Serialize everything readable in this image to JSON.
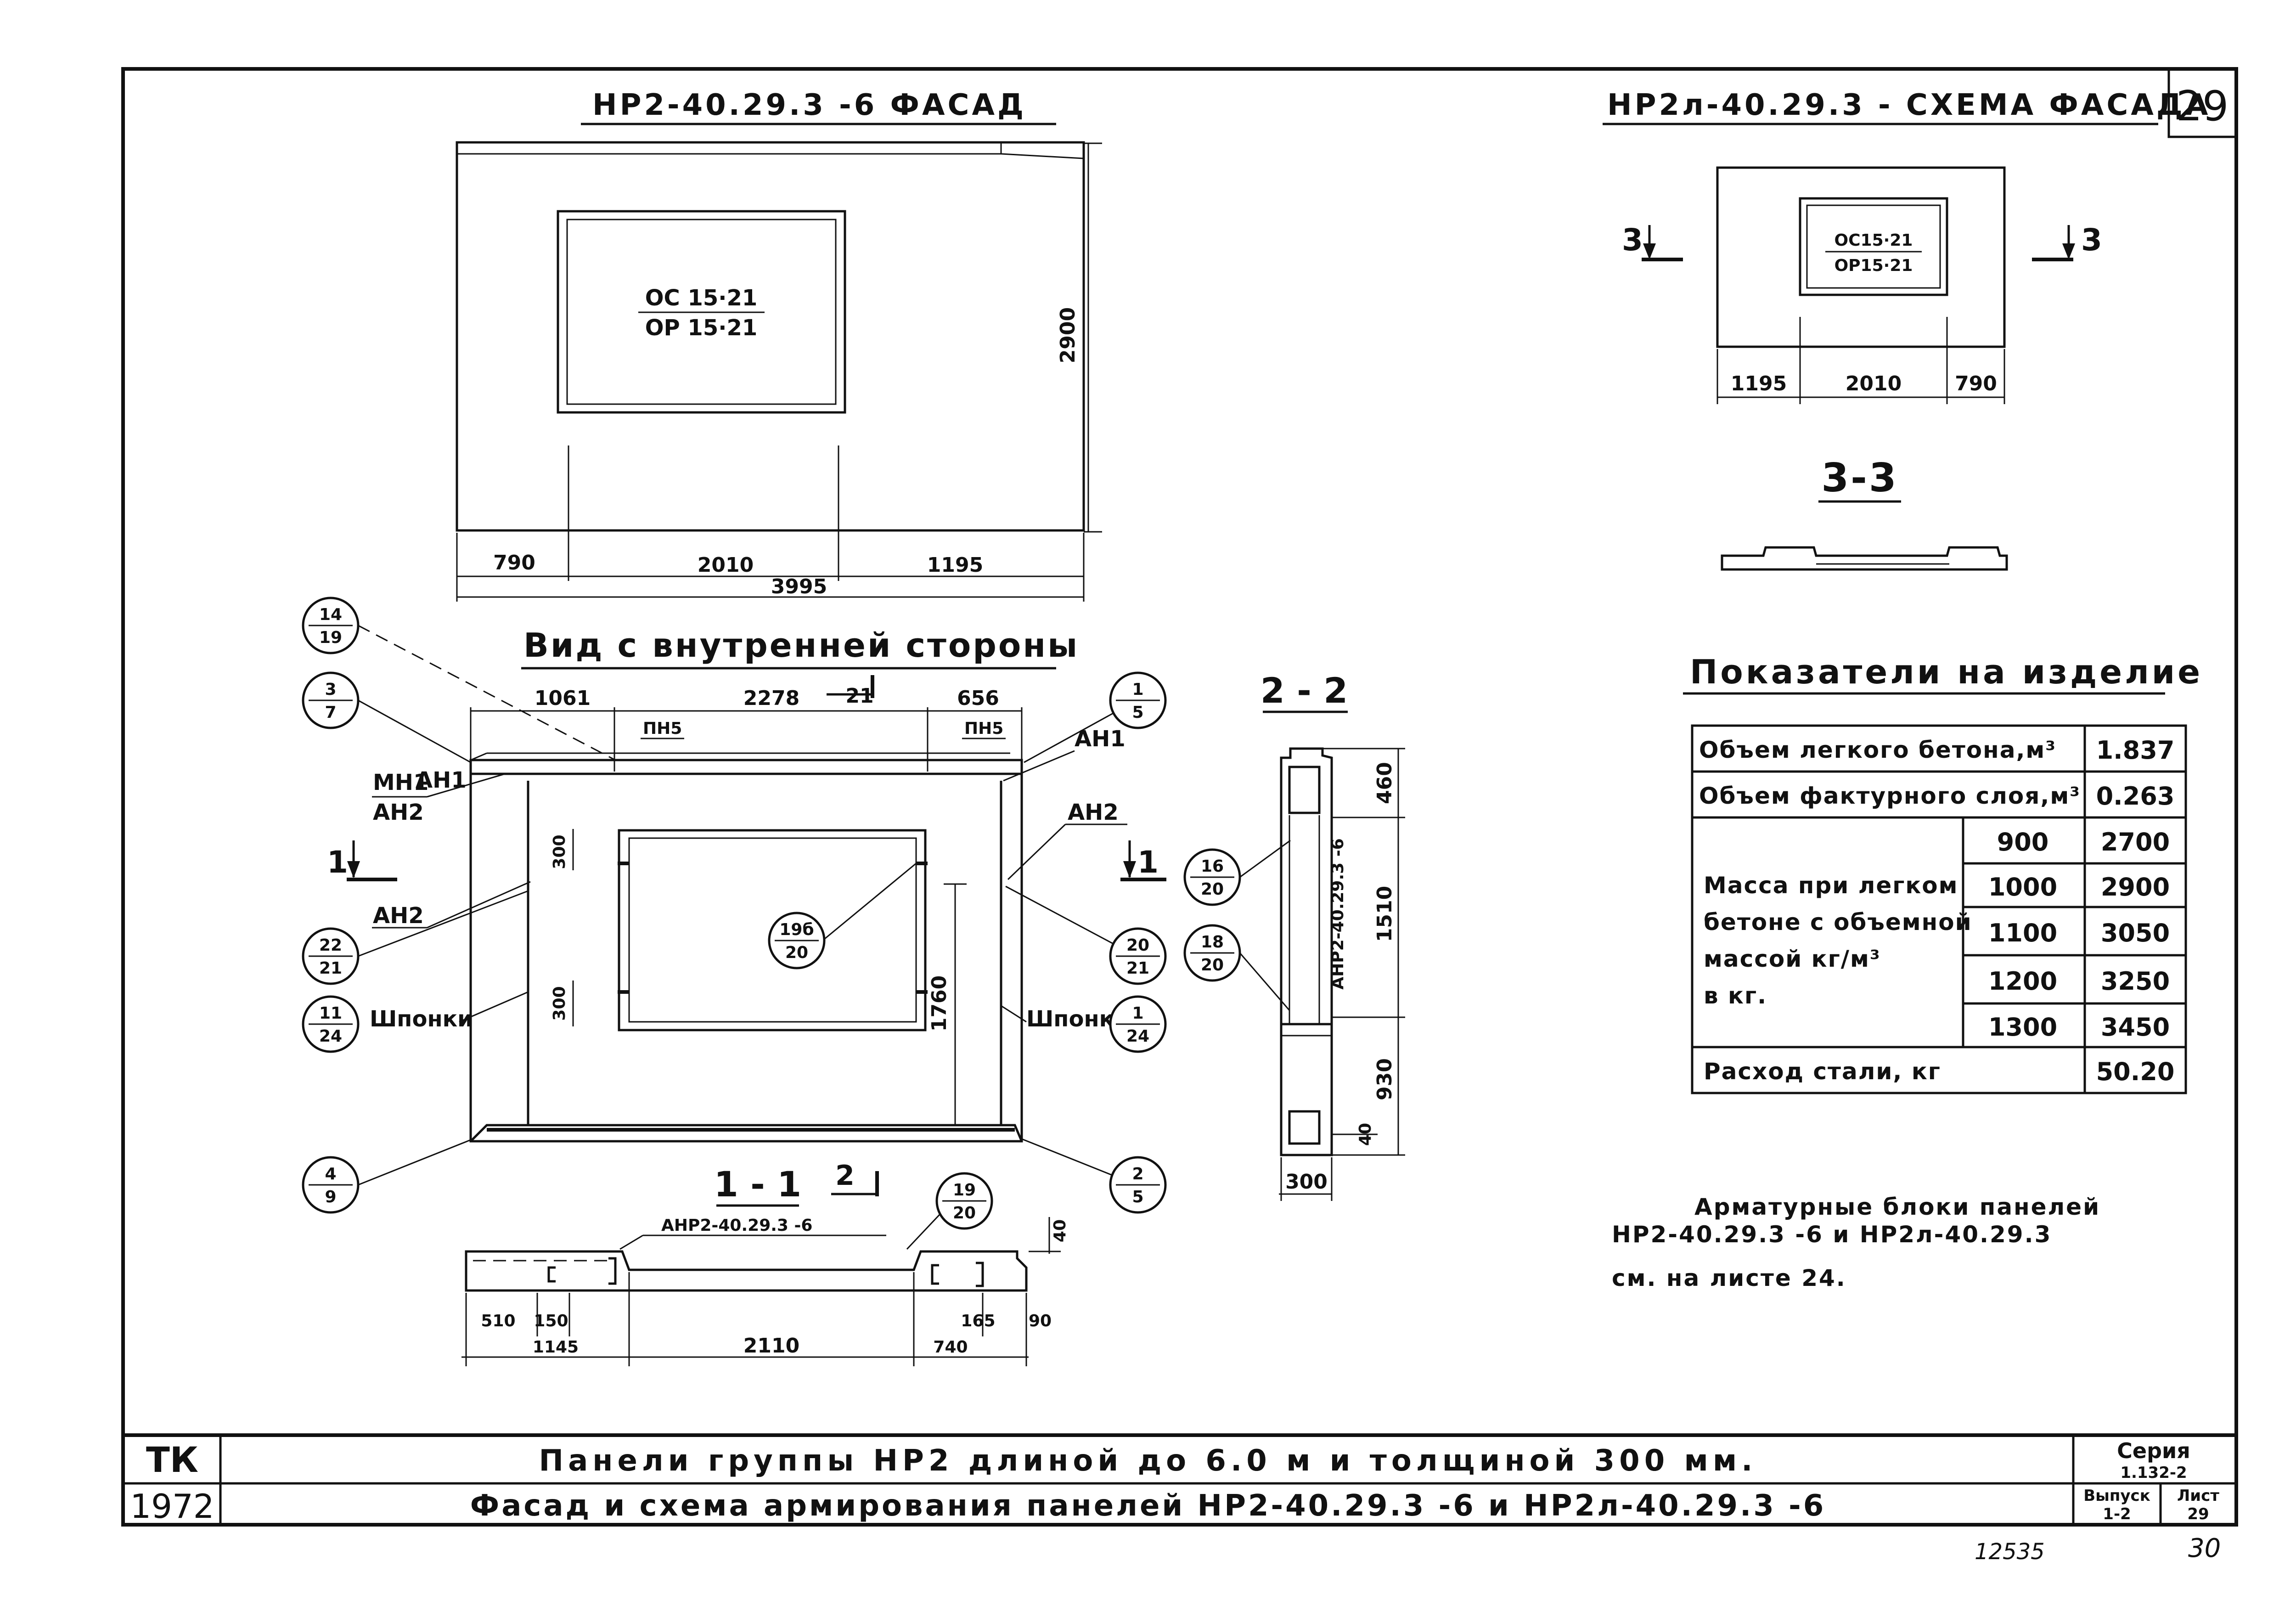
{
  "sheet": {
    "number": "29",
    "facade_title": "НР2-40.29.3 -6 ФАСАД",
    "scheme_title": "НР2л-40.29.3 - СХЕМА ФАСАДА",
    "inner_view_title": "Вид с внутренней стороны",
    "opening_mark_top": "ОС 15·21",
    "opening_mark_bottom": "ОР 15·21"
  },
  "facade": {
    "height": "2900",
    "dims": [
      "790",
      "2010",
      "1195"
    ],
    "total": "3995"
  },
  "scheme": {
    "opening_mark_top": "ОС15·21",
    "opening_mark_bottom": "ОР15·21",
    "dims": [
      "1195",
      "2010",
      "790"
    ],
    "cut_label": "3",
    "section_title": "3-3"
  },
  "inner_view": {
    "top_dims": [
      "1061",
      "2278",
      "656"
    ],
    "mark_21": "21",
    "pn5_left": "ПН5",
    "pn5_right": "ПН5",
    "an1_left": "АН1",
    "mn1": "МН1",
    "an2_a": "АН2",
    "an1_right": "АН1",
    "an2_right": "АН2",
    "an2_b": "АН2",
    "dim_300_top": "300",
    "dim_300_bottom": "300",
    "dim_1760": "1760",
    "cut_label": "1",
    "shponki_left": "Шпонки",
    "shponki_right": "Шпонки",
    "callouts": [
      {
        "top": "14",
        "bottom": "19"
      },
      {
        "top": "3",
        "bottom": "7"
      },
      {
        "top": "22",
        "bottom": "21"
      },
      {
        "top": "11",
        "bottom": "24"
      },
      {
        "top": "4",
        "bottom": "9"
      },
      {
        "top": "1",
        "bottom": "5"
      },
      {
        "top": "20",
        "bottom": "21"
      },
      {
        "top": "1",
        "bottom": "24"
      },
      {
        "top": "2",
        "bottom": "5"
      },
      {
        "top": "19б",
        "bottom": "20"
      }
    ]
  },
  "section_22": {
    "title": "2 - 2",
    "dims": [
      "460",
      "1510",
      "930"
    ],
    "dim_40": "40",
    "width": "300",
    "block_label": "АНР2-40.29.3 -6",
    "callouts": [
      {
        "top": "16",
        "bottom": "20"
      },
      {
        "top": "18",
        "bottom": "20"
      }
    ]
  },
  "section_11": {
    "title": "1 - 1",
    "mark_2": "2",
    "block_label": "АНР2-40.29.3 -6",
    "dim_40": "40",
    "dims_bottom": [
      "510",
      "150",
      "1145",
      "2110",
      "165",
      "740",
      "90"
    ],
    "callout": {
      "top": "19",
      "bottom": "20"
    }
  },
  "indicators": {
    "title": "Показатели на изделие",
    "rows": [
      {
        "label": "Объем легкого бетона,м³",
        "value": "1.837"
      },
      {
        "label": "Объем фактурного слоя,м³",
        "value": "0.263"
      }
    ],
    "mass_label": [
      "Масса при легком",
      "бетоне с объемной",
      "массой   кг/м³",
      "в кг."
    ],
    "mass_rows": [
      {
        "density": "900",
        "value": "2700"
      },
      {
        "density": "1000",
        "value": "2900"
      },
      {
        "density": "1100",
        "value": "3050"
      },
      {
        "density": "1200",
        "value": "3250"
      },
      {
        "density": "1300",
        "value": "3450"
      }
    ],
    "steel_label": "Расход стали, кг",
    "steel_value": "50.20"
  },
  "note": {
    "line1": "Арматурные блоки панелей",
    "line2": "НР2-40.29.3 -6 и НР2л-40.29.3",
    "line3": "см. на листе 24."
  },
  "stamp": {
    "org": "ТК",
    "year": "1972",
    "title1": "Панели группы НР2 длиной до 6.0 м и толщиной 300 мм.",
    "title2": "Фасад и схема армирования панелей НР2-40.29.3 -6 и НР2л-40.29.3 -6",
    "series_label": "Серия",
    "series_value": "1.132-2",
    "issue_label": "Выпуск",
    "issue_value": "1-2",
    "sheet_label": "Лист",
    "sheet_value": "29",
    "handwritten_left": "12535",
    "handwritten_right": "30"
  }
}
